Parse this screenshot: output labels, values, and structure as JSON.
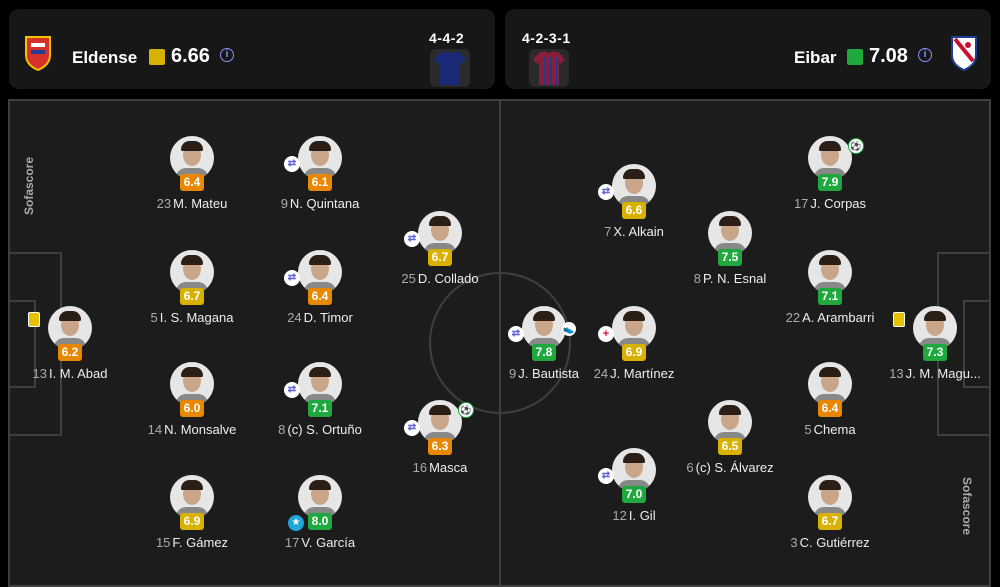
{
  "home": {
    "name": "Eldense",
    "rating": "6.66",
    "rating_color": "#d9b100",
    "formation": "4-4-2",
    "shirt_color": "#1b2a78",
    "crest_color": "#d6322b"
  },
  "away": {
    "name": "Eibar",
    "rating": "7.08",
    "rating_color": "#1fa83d",
    "formation": "4-2-3-1",
    "shirt_color": "#8a1f3c",
    "crest_color": "#1c3f94"
  },
  "brand": "Sofascore",
  "info_icon": "i",
  "rating_colors": {
    "orange": "#e98700",
    "yellow": "#d9b100",
    "green": "#1fa83d"
  },
  "players": [
    {
      "num": "13",
      "name": "I. M. Abad",
      "rating": "6.2",
      "color": "orange",
      "card": true
    },
    {
      "num": "23",
      "name": "M. Mateu",
      "rating": "6.4",
      "color": "orange"
    },
    {
      "num": "5",
      "name": "I. S. Magana",
      "rating": "6.7",
      "color": "yellow"
    },
    {
      "num": "14",
      "name": "N. Monsalve",
      "rating": "6.0",
      "color": "orange"
    },
    {
      "num": "15",
      "name": "F. Gámez",
      "rating": "6.9",
      "color": "yellow"
    },
    {
      "num": "9",
      "name": "N. Quintana",
      "rating": "6.1",
      "color": "orange",
      "sub": true
    },
    {
      "num": "24",
      "name": "D. Timor",
      "rating": "6.4",
      "color": "orange",
      "sub": true
    },
    {
      "num": "8",
      "name": "(c) S. Ortuño",
      "rating": "7.1",
      "color": "green",
      "sub": true
    },
    {
      "num": "17",
      "name": "V. García",
      "rating": "8.0",
      "color": "green",
      "star": true
    },
    {
      "num": "25",
      "name": "D. Collado",
      "rating": "6.7",
      "color": "yellow",
      "sub": true
    },
    {
      "num": "16",
      "name": "Masca",
      "rating": "6.3",
      "color": "orange",
      "sub": true,
      "goal": true
    },
    {
      "num": "9",
      "name": "J. Bautista",
      "rating": "7.8",
      "color": "green",
      "sub": true,
      "assist": true
    },
    {
      "num": "7",
      "name": "X. Alkain",
      "rating": "6.6",
      "color": "yellow",
      "sub": true
    },
    {
      "num": "24",
      "name": "J. Martínez",
      "rating": "6.9",
      "color": "yellow",
      "redcross": true
    },
    {
      "num": "12",
      "name": "I. Gil",
      "rating": "7.0",
      "color": "green",
      "sub": true
    },
    {
      "num": "8",
      "name": "P. N. Esnal",
      "rating": "7.5",
      "color": "green"
    },
    {
      "num": "6",
      "name": "(c) S. Álvarez",
      "rating": "6.5",
      "color": "yellow"
    },
    {
      "num": "17",
      "name": "J. Corpas",
      "rating": "7.9",
      "color": "green",
      "goal": true
    },
    {
      "num": "22",
      "name": "A. Arambarri",
      "rating": "7.1",
      "color": "green"
    },
    {
      "num": "5",
      "name": "Chema",
      "rating": "6.4",
      "color": "orange"
    },
    {
      "num": "3",
      "name": "C. Gutiérrez",
      "rating": "6.7",
      "color": "yellow"
    },
    {
      "num": "13",
      "name": "J. M. Magu...",
      "rating": "7.3",
      "color": "green",
      "card": true
    }
  ]
}
